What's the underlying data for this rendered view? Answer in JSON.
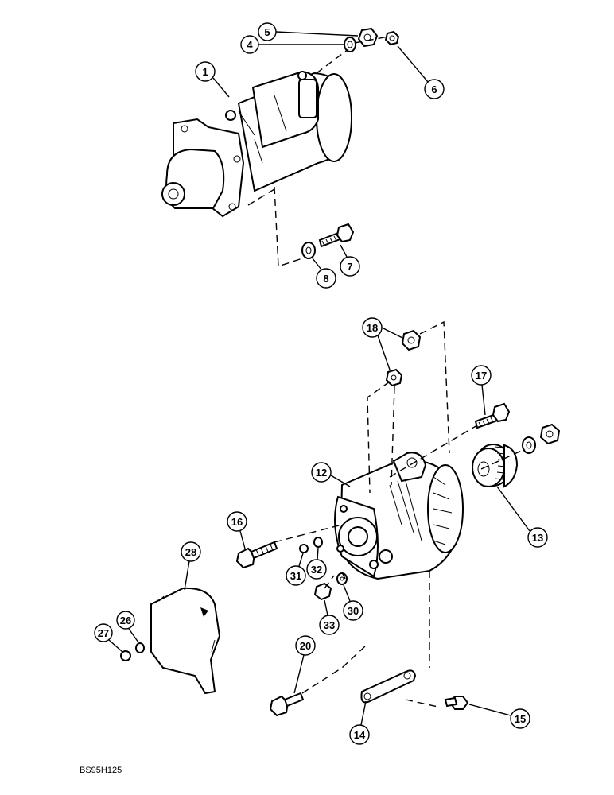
{
  "diagram": {
    "reference_code": "BS95H125",
    "callouts": {
      "c1": "1",
      "c4": "4",
      "c5": "5",
      "c6": "6",
      "c7": "7",
      "c8": "8",
      "c12": "12",
      "c13": "13",
      "c14": "14",
      "c15": "15",
      "c16": "16",
      "c17": "17",
      "c18": "18",
      "c20": "20",
      "c26": "26",
      "c27": "27",
      "c28": "28",
      "c30": "30",
      "c31": "31",
      "c32": "32",
      "c33": "33"
    }
  }
}
